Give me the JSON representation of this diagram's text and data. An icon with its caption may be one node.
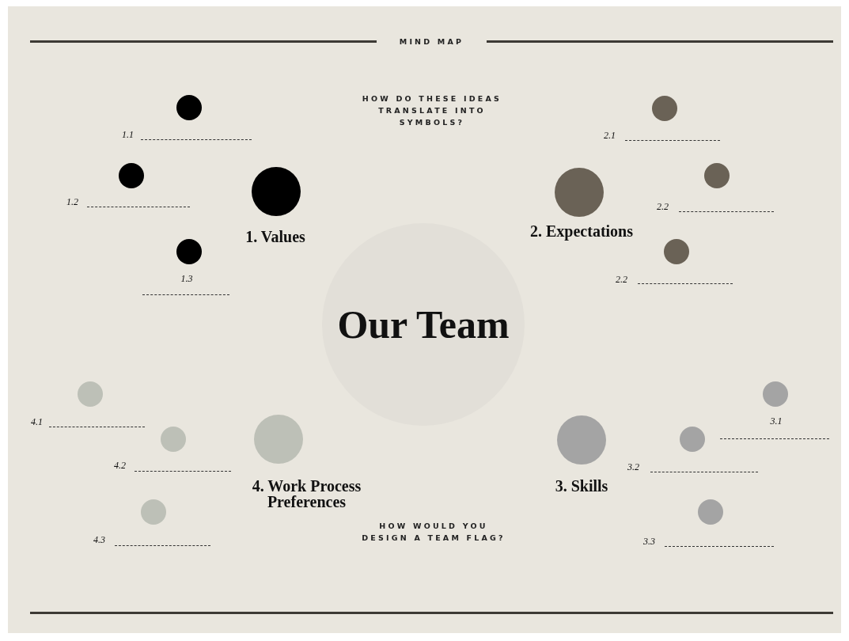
{
  "diagram": {
    "title": "MIND MAP",
    "nodes": [
      {
        "text": [
          "Our Team"
        ]
      },
      {
        "text": [],
        "shape": "circle",
        "beside": [
          "1. Values"
        ]
      },
      {
        "text": [],
        "shape": "circle"
      },
      {
        "text": [],
        "shape": "circle"
      },
      {
        "text": [],
        "shape": "circle"
      },
      {
        "text": [],
        "shape": "circle",
        "beside": [
          "2. Expectations"
        ]
      },
      {
        "text": [],
        "shape": "circle"
      },
      {
        "text": [],
        "shape": "circle"
      },
      {
        "text": [],
        "shape": "circle"
      },
      {
        "text": [],
        "shape": "circle",
        "beside": [
          "3. Skills"
        ]
      },
      {
        "text": [],
        "shape": "circle"
      },
      {
        "text": [],
        "shape": "circle"
      },
      {
        "text": [],
        "shape": "circle"
      },
      {
        "text": [],
        "shape": "circle",
        "beside": [
          "4. Work Process Preferences"
        ]
      },
      {
        "text": [],
        "shape": "circle"
      },
      {
        "text": [],
        "shape": "circle"
      },
      {
        "text": [],
        "shape": "circle"
      }
    ],
    "edges": [],
    "labels": [
      "HOW DO THESE IDEAS TRANSLATE INTO SYMBOLS?",
      "1.1",
      "2.1",
      "1.2",
      "2.2",
      "1.3",
      "2.2",
      "4.1",
      "3.1",
      "4.2",
      "3.2",
      "HOW WOULD YOU DESIGN A TEAM FLAG?",
      "4.3",
      "3.3"
    ]
  }
}
